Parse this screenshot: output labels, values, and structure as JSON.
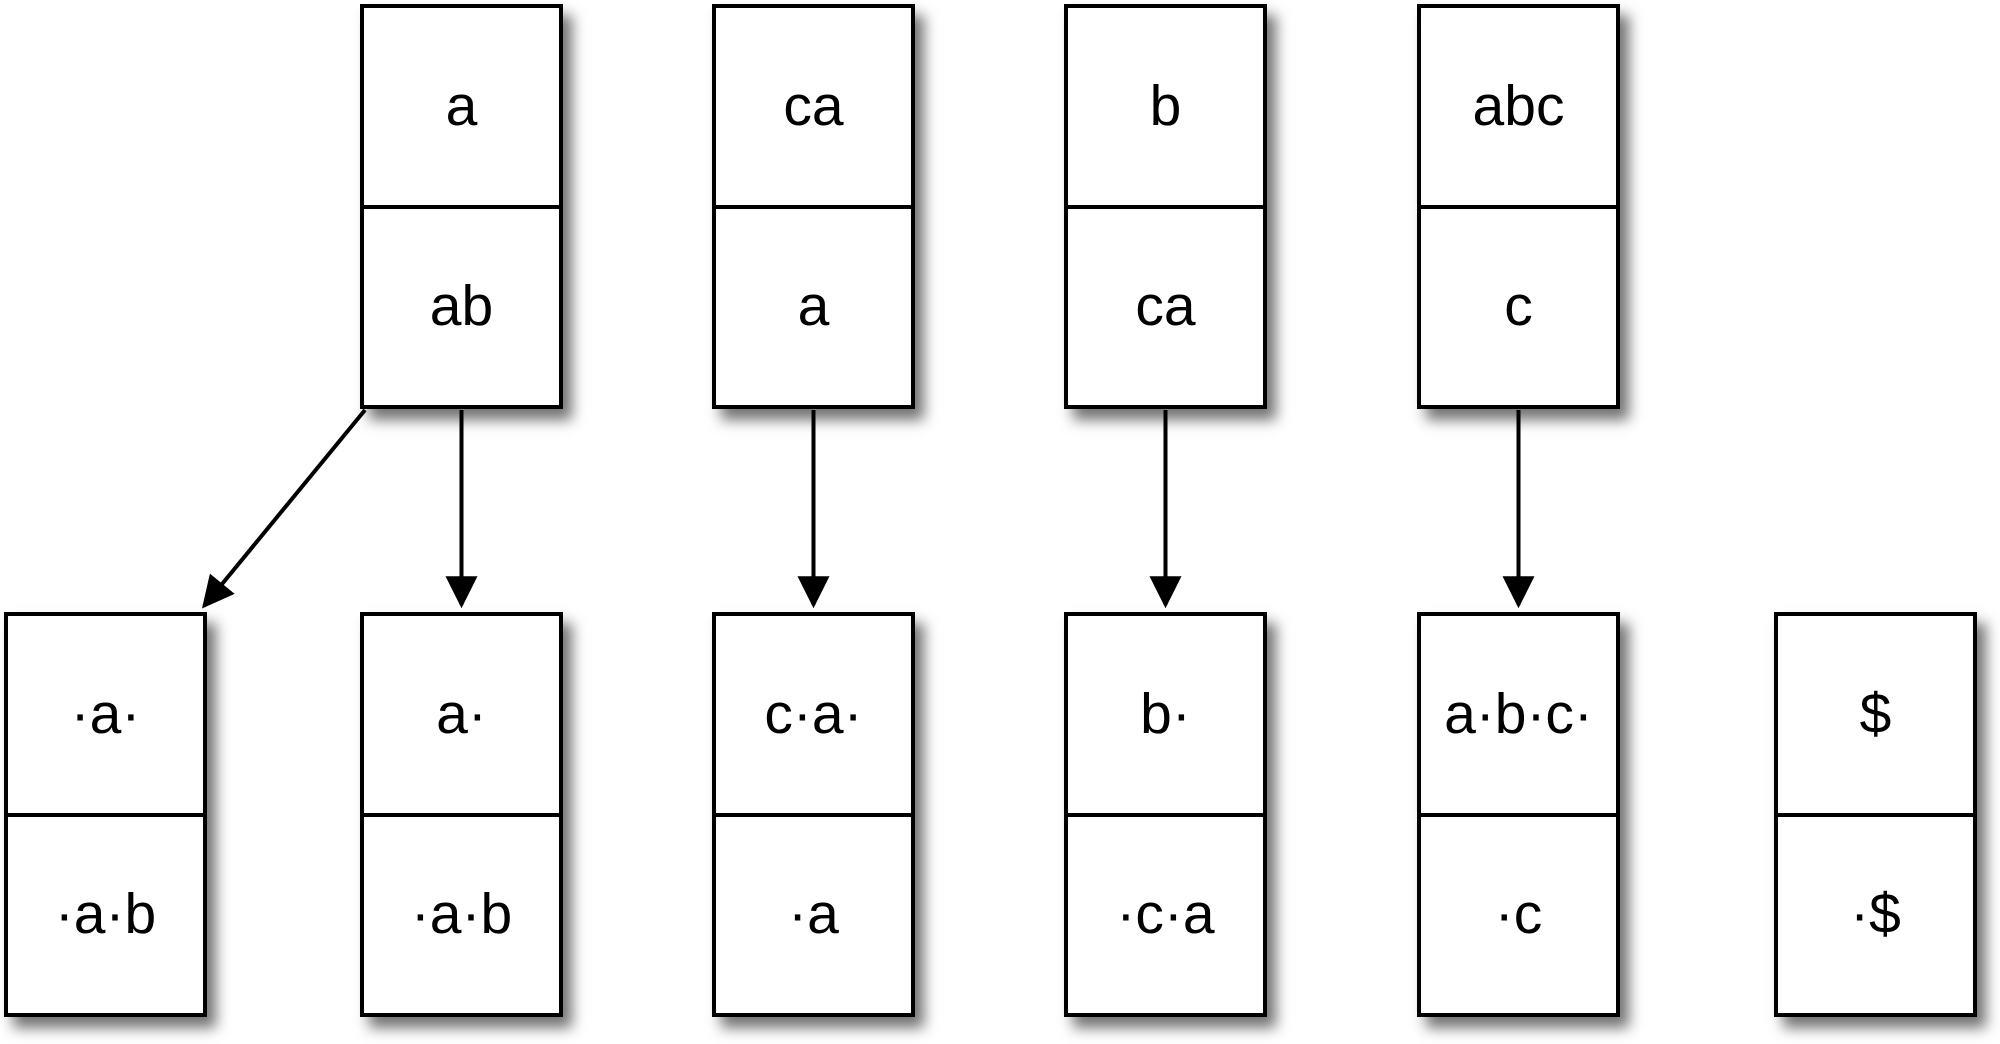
{
  "canvas": {
    "background_color": "#ffffff",
    "line_color": "#000000",
    "shadow_color": "rgba(0,0,0,0.55)"
  },
  "top_row": [
    {
      "id": "t1",
      "top": "a",
      "bottom": "ab"
    },
    {
      "id": "t2",
      "top": "ca",
      "bottom": "a"
    },
    {
      "id": "t3",
      "top": "b",
      "bottom": "ca"
    },
    {
      "id": "t4",
      "top": "abc",
      "bottom": "c"
    }
  ],
  "bottom_row": [
    {
      "id": "b1",
      "top": "·a·",
      "bottom": "·a·b"
    },
    {
      "id": "b2",
      "top": "a·",
      "bottom": "·a·b"
    },
    {
      "id": "b3",
      "top": "c·a·",
      "bottom": "·a"
    },
    {
      "id": "b4",
      "top": "b·",
      "bottom": "·c·a"
    },
    {
      "id": "b5",
      "top": "a·b·c·",
      "bottom": "·c"
    },
    {
      "id": "b6",
      "top": "$",
      "bottom": "·$"
    }
  ],
  "arrows": [
    {
      "from": "t1",
      "to": "b1",
      "type": "diagonal"
    },
    {
      "from": "t1",
      "to": "b2",
      "type": "vertical"
    },
    {
      "from": "t2",
      "to": "b3",
      "type": "vertical"
    },
    {
      "from": "t3",
      "to": "b4",
      "type": "vertical"
    },
    {
      "from": "t4",
      "to": "b5",
      "type": "vertical"
    }
  ]
}
